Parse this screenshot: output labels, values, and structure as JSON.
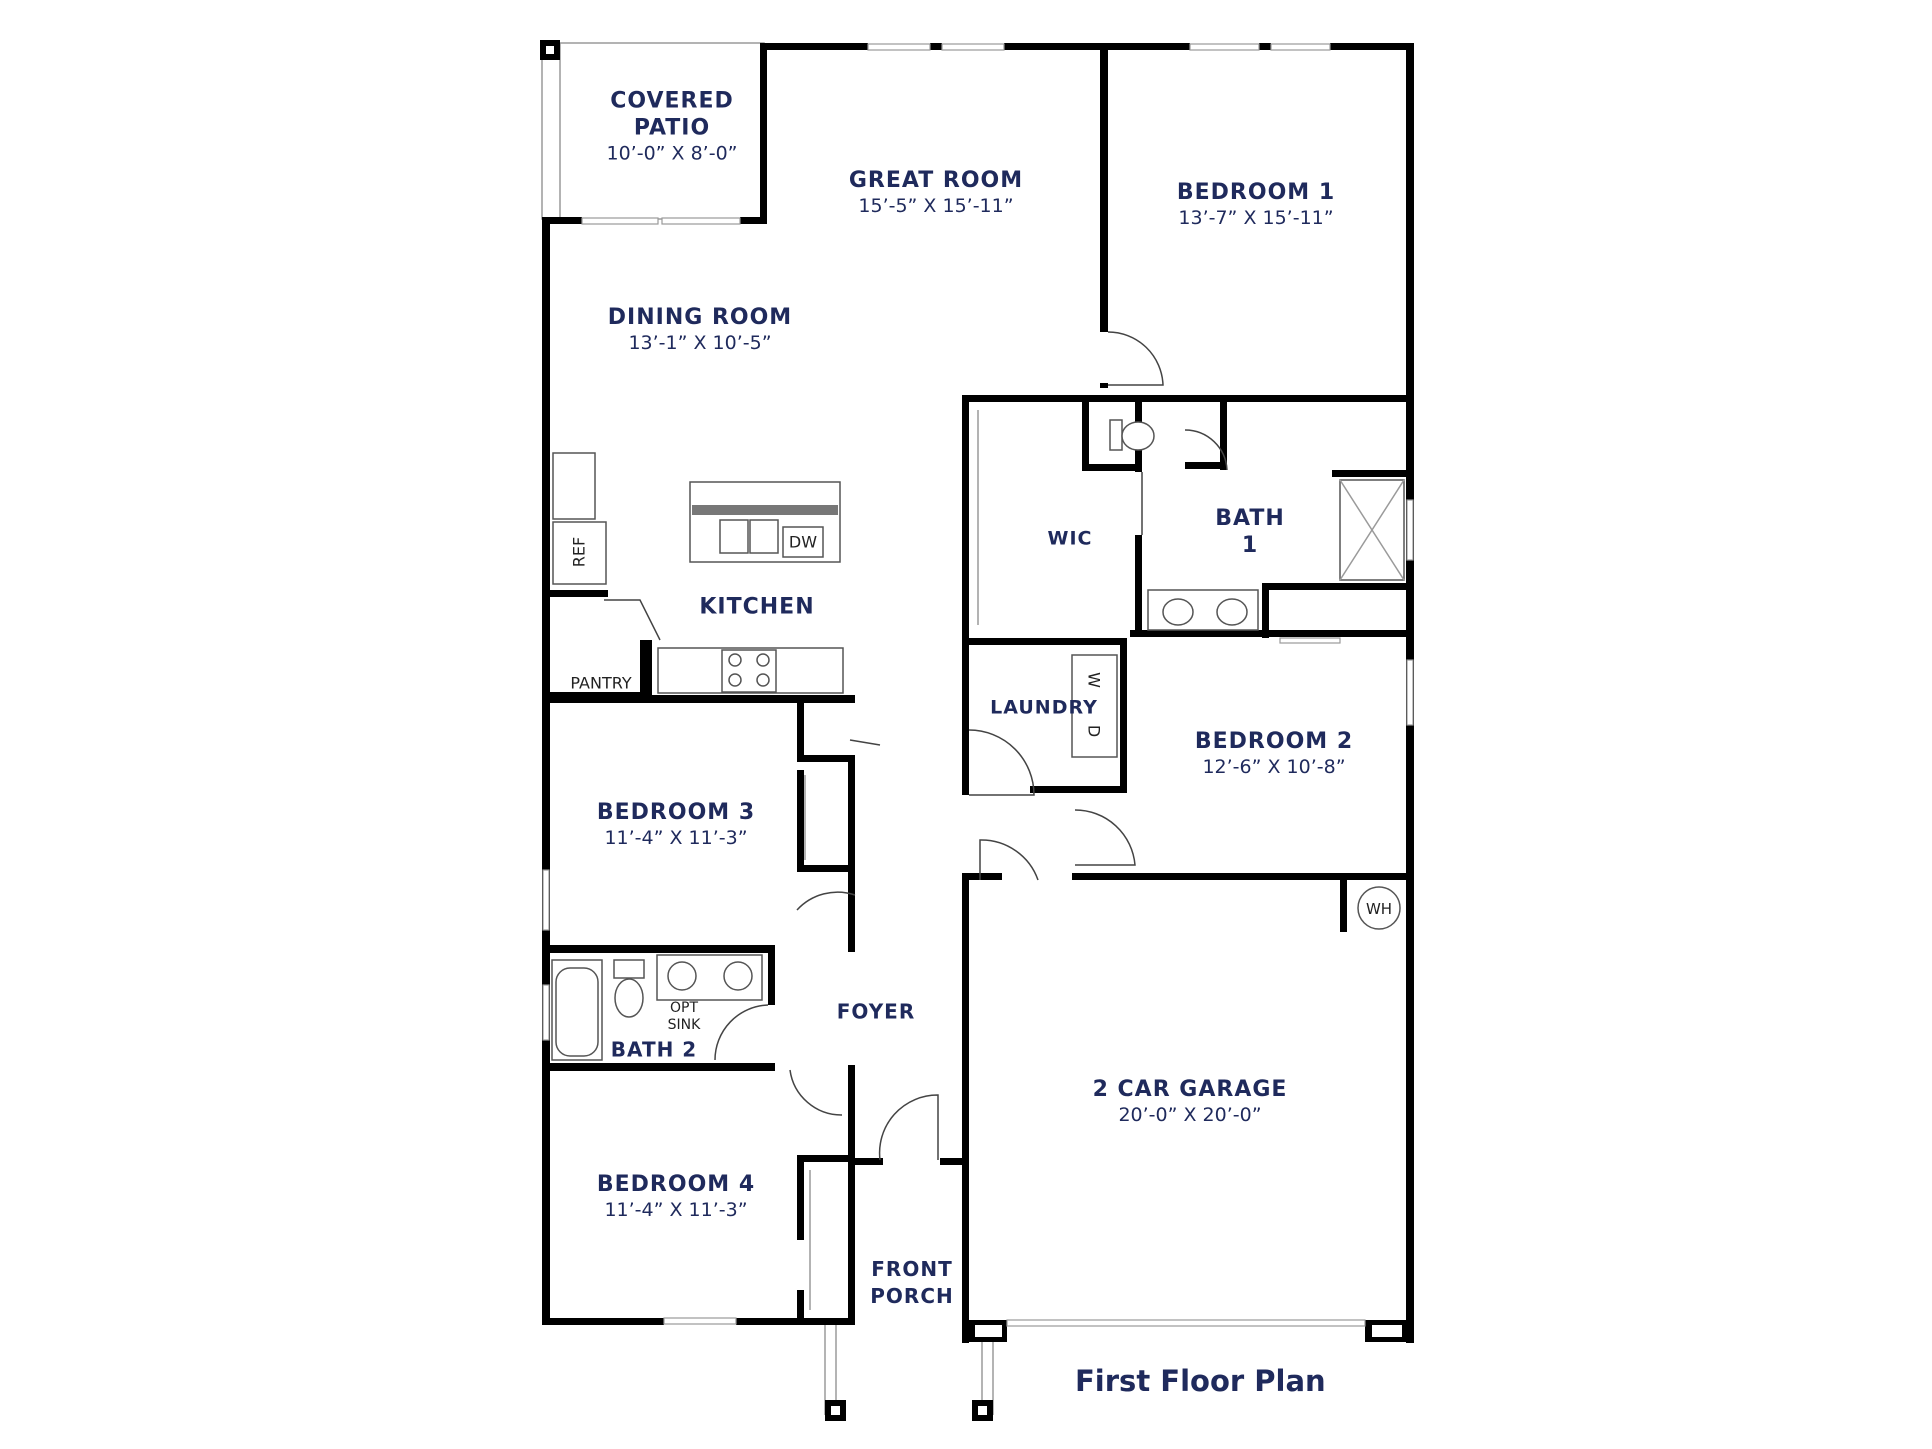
{
  "plan_title": "First Floor Plan",
  "rooms": {
    "covered_patio": {
      "name_line1": "COVERED",
      "name_line2": "PATIO",
      "dims": "10’-0” X 8’-0”"
    },
    "great_room": {
      "name": "GREAT ROOM",
      "dims": "15’-5” X 15’-11”"
    },
    "bedroom1": {
      "name": "BEDROOM 1",
      "dims": "13’-7” X 15’-11”"
    },
    "dining_room": {
      "name": "DINING ROOM",
      "dims": "13’-1” X 10’-5”"
    },
    "kitchen": {
      "name": "KITCHEN"
    },
    "wic": {
      "name": "WIC"
    },
    "bath1": {
      "name_line1": "BATH",
      "name_line2": "1"
    },
    "laundry": {
      "name": "LAUNDRY"
    },
    "bedroom2": {
      "name": "BEDROOM 2",
      "dims": "12’-6” X 10’-8”"
    },
    "bedroom3": {
      "name": "BEDROOM 3",
      "dims": "11’-4” X 11’-3”"
    },
    "bath2": {
      "name": "BATH 2"
    },
    "foyer": {
      "name": "FOYER"
    },
    "garage": {
      "name": "2 CAR GARAGE",
      "dims": "20’-0” X 20’-0”"
    },
    "bedroom4": {
      "name": "BEDROOM 4",
      "dims": "11’-4” X 11’-3”"
    },
    "front_porch": {
      "name_line1": "FRONT",
      "name_line2": "PORCH"
    },
    "pantry": {
      "name": "PANTRY"
    }
  },
  "fixtures": {
    "ref": "REF",
    "dw": "DW",
    "washer": "W",
    "dryer": "D",
    "water_heater": "WH",
    "opt_sink_line1": "OPT",
    "opt_sink_line2": "SINK"
  }
}
